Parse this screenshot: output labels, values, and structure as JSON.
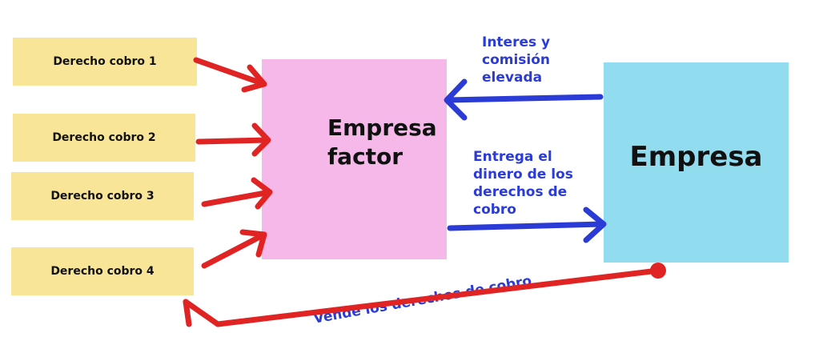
{
  "notes": [
    "Derecho cobro 1",
    "Derecho cobro 2",
    "Derecho cobro 3",
    "Derecho cobro 4"
  ],
  "factor": "Empresa factor",
  "empresa": "Empresa",
  "labels": {
    "interes": "Interes y comisión elevada",
    "entrega": "Entrega el dinero de los derechos de cobro",
    "vende": "Vende los derechos de cobro"
  },
  "colors": {
    "note": "#f8e597",
    "factor": "#f5b8e9",
    "empresa": "#92dcef",
    "red": "#e02424",
    "blue": "#2b3bd6"
  }
}
